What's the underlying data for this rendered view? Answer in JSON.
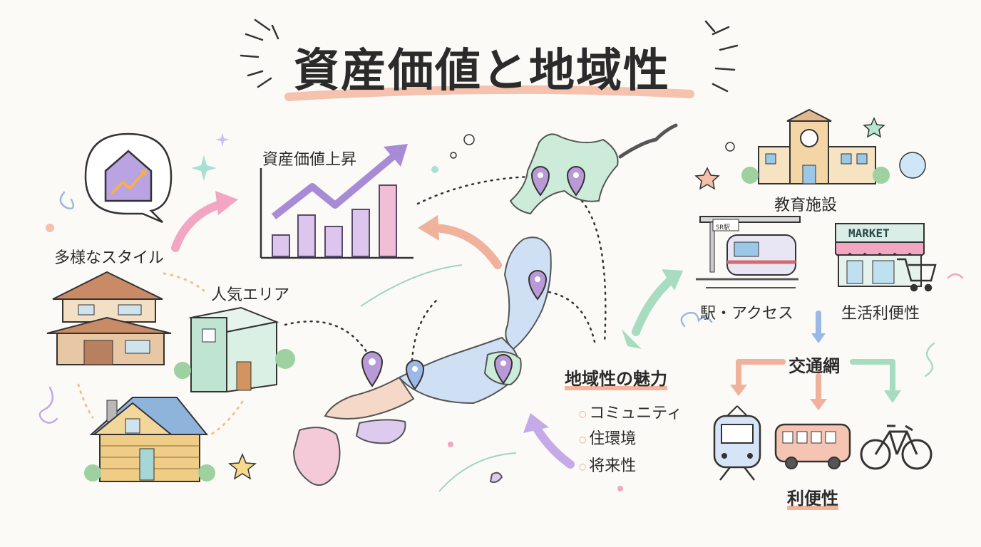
{
  "title": "資産価値と地域性",
  "left": {
    "style_label": "多様なスタイル",
    "popular_label": "人気エリア",
    "chart_label": "資産価値上昇"
  },
  "center": {
    "charm_label": "地域性の魅力",
    "bullets": [
      "コミュニティ",
      "住環境",
      "将来性"
    ]
  },
  "right": {
    "education_label": "教育施設",
    "station_label": "駅・アクセス",
    "station_sign": "SR駅",
    "market_sign": "MARKET",
    "life_label": "生活利便性",
    "transport_label": "交通網",
    "convenience_label": "利便性"
  },
  "colors": {
    "accent_underline": "#f2b49a",
    "pin": "#b79ad6",
    "chart_bar": "#dcc6ee",
    "chart_arrow": "#a88bd6",
    "map_green": "#cdebd9",
    "map_blue": "#cfe0f4",
    "map_pink": "#f4c9d8",
    "map_purple": "#dccbee"
  },
  "icons": [
    "house-growth-icon",
    "trend-arrow-icon",
    "map-pin-icon",
    "school-icon",
    "station-icon",
    "market-icon",
    "cart-icon",
    "train-icon",
    "bus-icon",
    "bicycle-icon",
    "star-icon",
    "sparkle-icon"
  ]
}
